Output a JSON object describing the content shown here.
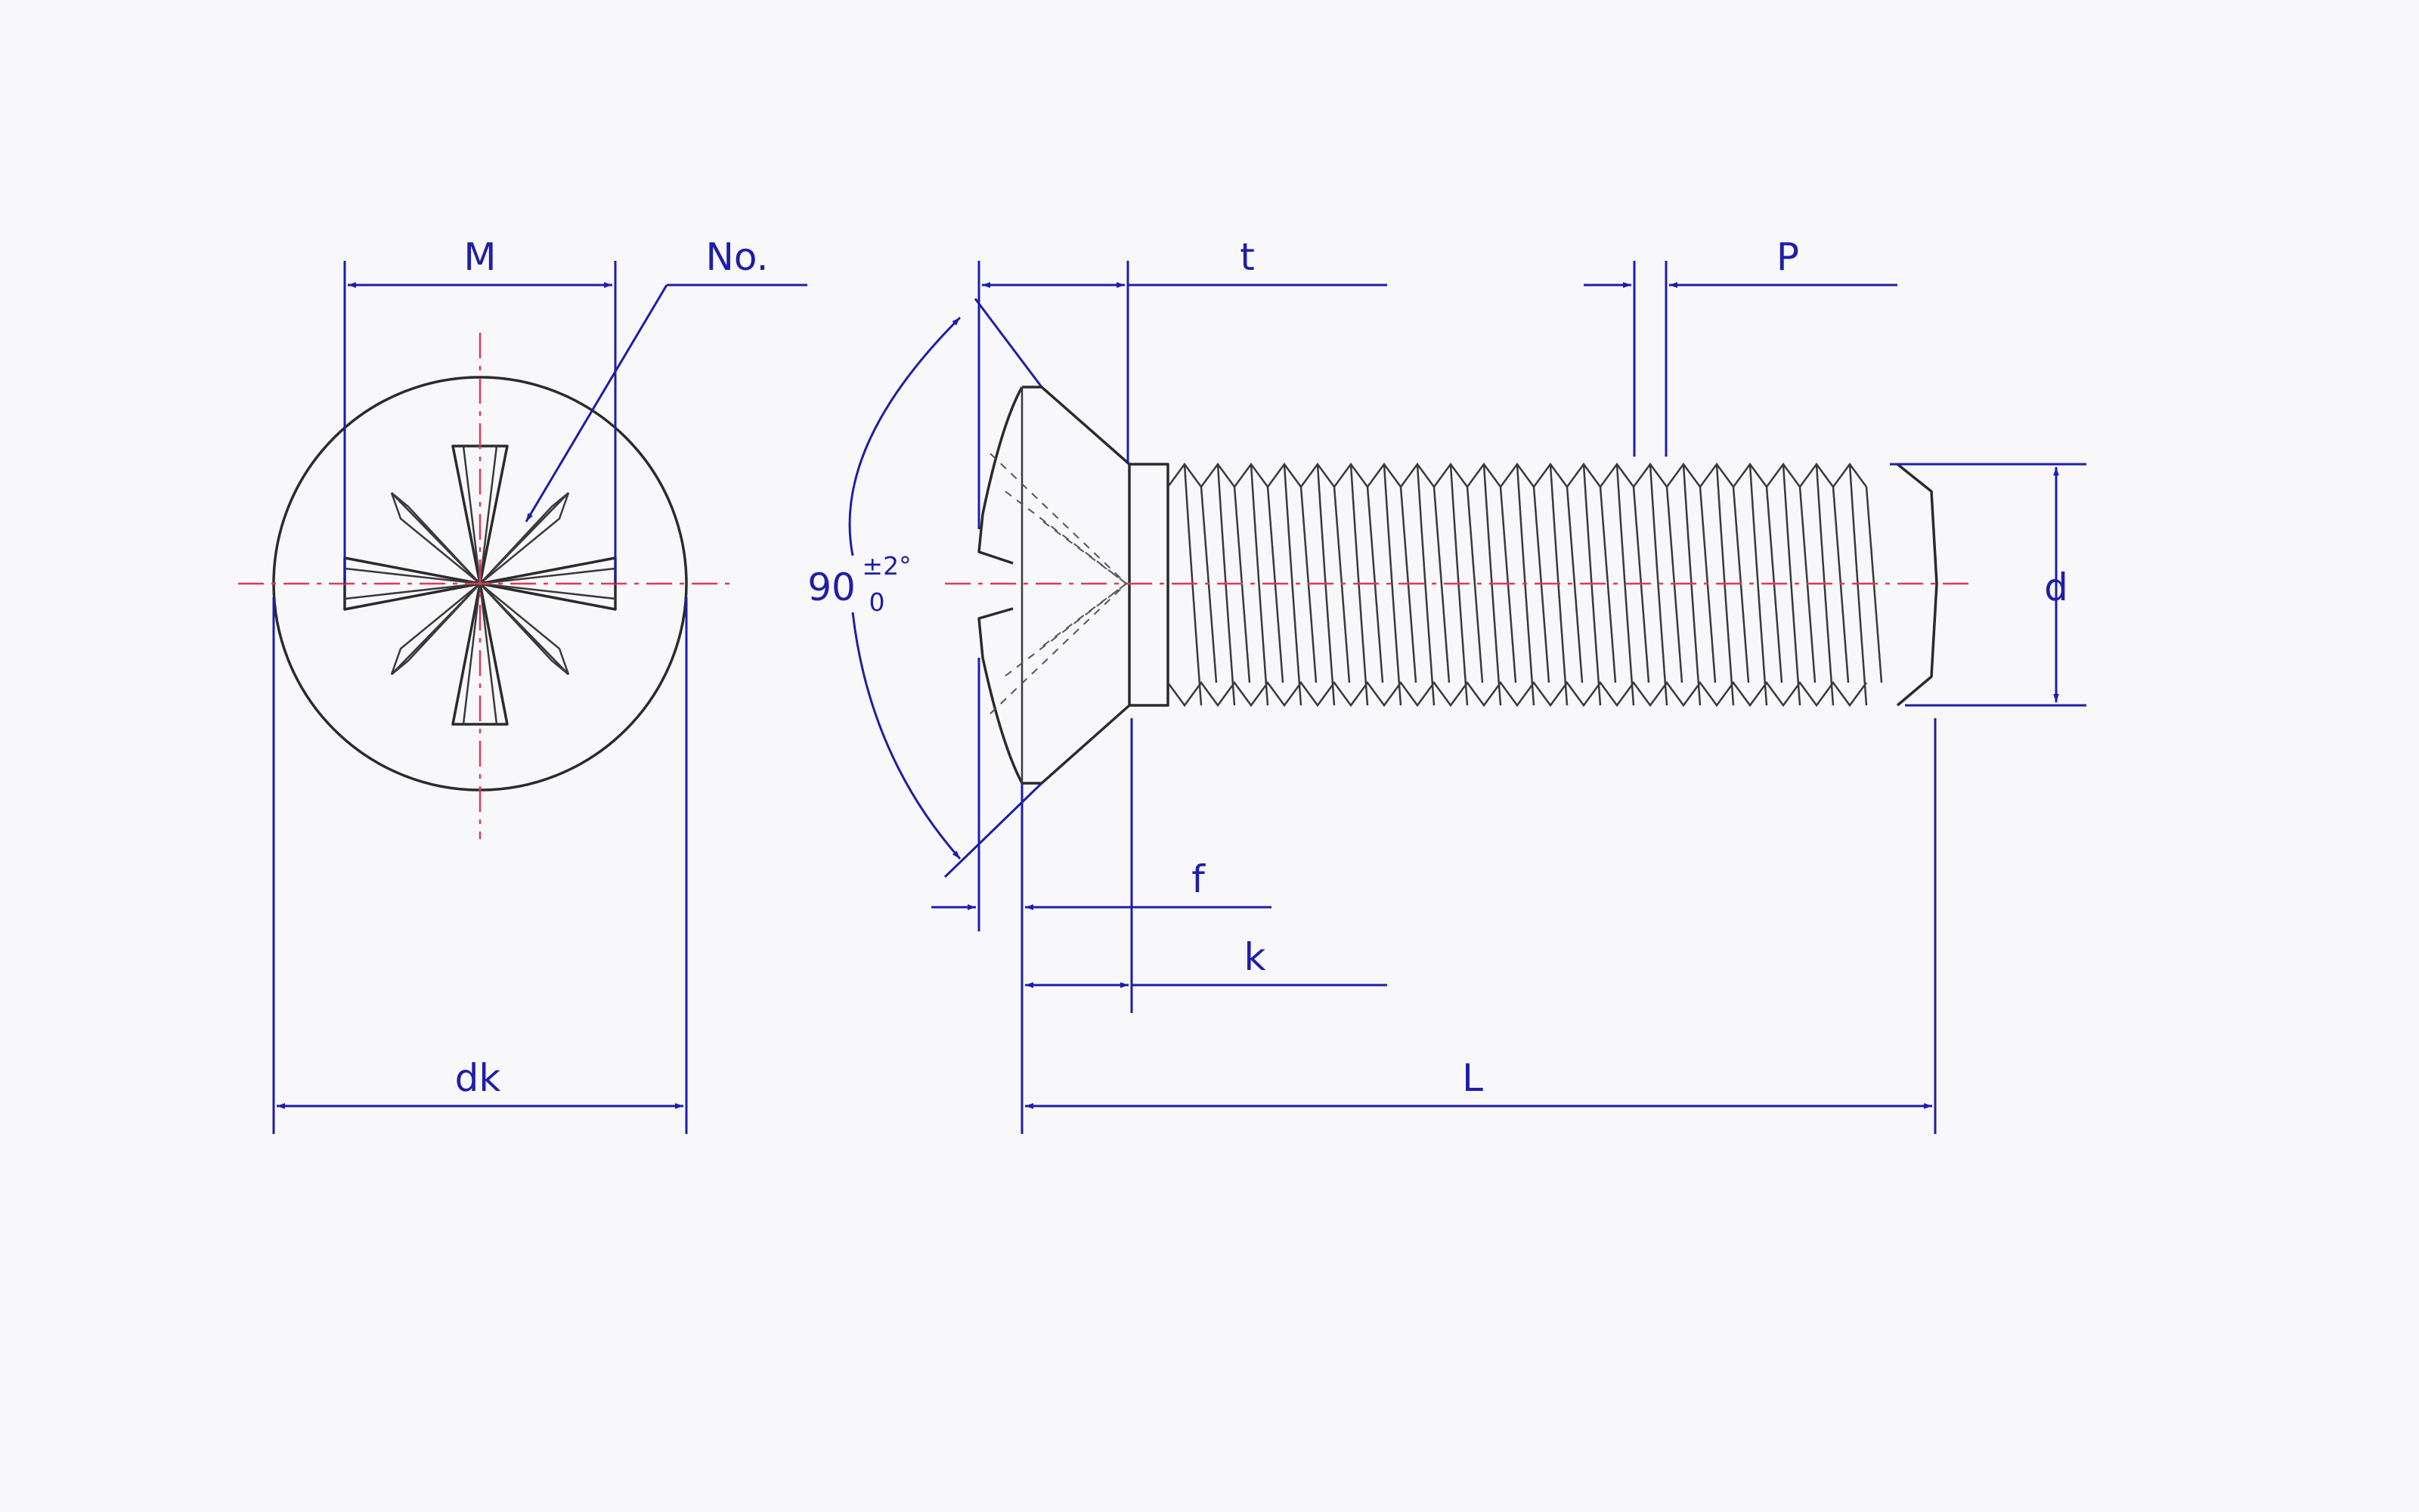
{
  "colors": {
    "object_line": "#2b2b2b",
    "dimension_line": "#1e1ea8",
    "center_line": "#e03a5a",
    "background": "#f8f8fa"
  },
  "labels": {
    "M": "M",
    "No": "No.",
    "dk": "dk",
    "t": "t",
    "P": "P",
    "d": "d",
    "f": "f",
    "k": "k",
    "L": "L",
    "angle_value": "90",
    "angle_tol_upper": "±2°",
    "angle_tol_lower": "0"
  }
}
